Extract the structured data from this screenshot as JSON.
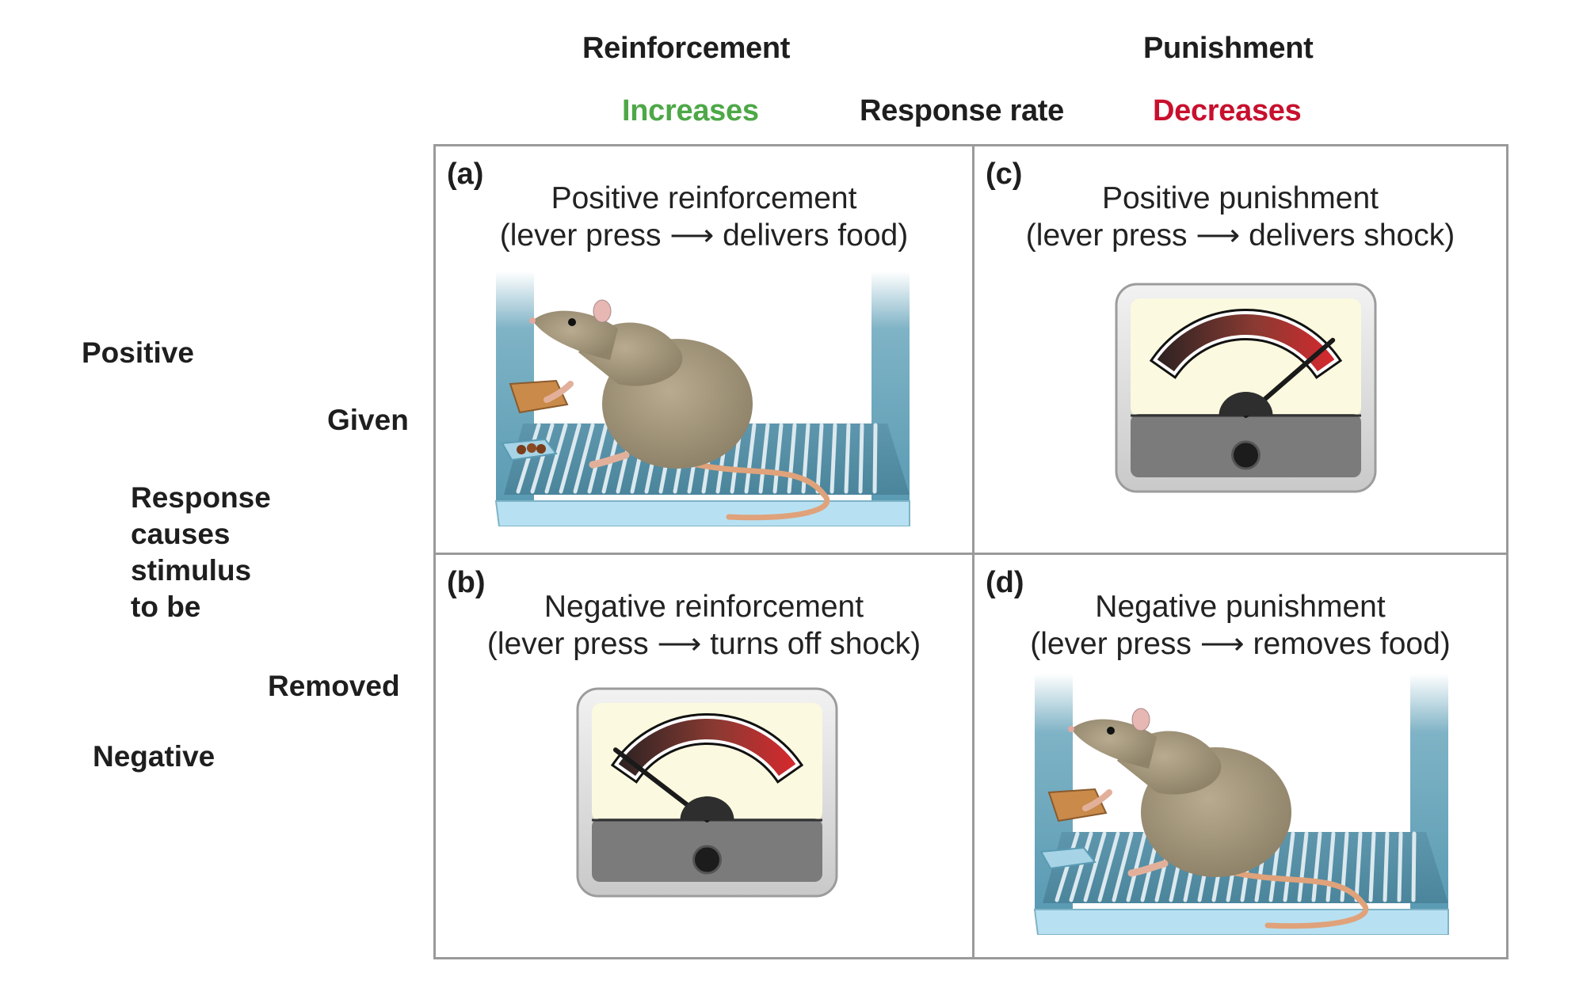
{
  "header": {
    "reinforcement": "Reinforcement",
    "punishment": "Punishment",
    "increases": "Increases",
    "response_rate": "Response rate",
    "decreases": "Decreases"
  },
  "side": {
    "positive": "Positive",
    "given": "Given",
    "response_causes": [
      "Response",
      "causes",
      "stimulus",
      "to be"
    ],
    "removed": "Removed",
    "negative": "Negative"
  },
  "colors": {
    "increases": "#4da847",
    "decreases": "#c8102e",
    "given": "#1f6fb8",
    "removed": "#6a3a9a",
    "grid_border": "#9a9a9a"
  },
  "cells": [
    {
      "id": "a",
      "letter": "(a)",
      "title": "Positive reinforcement",
      "subtitle": "(lever press ⟶ delivers food)",
      "illustration": "rat-in-chamber-with-food",
      "food_present": true
    },
    {
      "id": "b",
      "letter": "(b)",
      "title": "Negative reinforcement",
      "subtitle": "(lever press ⟶ turns off shock)",
      "illustration": "shock-meter",
      "meter_level": 0.05
    },
    {
      "id": "c",
      "letter": "(c)",
      "title": "Positive punishment",
      "subtitle": "(lever press ⟶ delivers shock)",
      "illustration": "shock-meter",
      "meter_level": 0.92
    },
    {
      "id": "d",
      "letter": "(d)",
      "title": "Negative punishment",
      "subtitle": "(lever press ⟶ removes food)",
      "illustration": "rat-in-chamber-without-food",
      "food_present": false
    }
  ]
}
